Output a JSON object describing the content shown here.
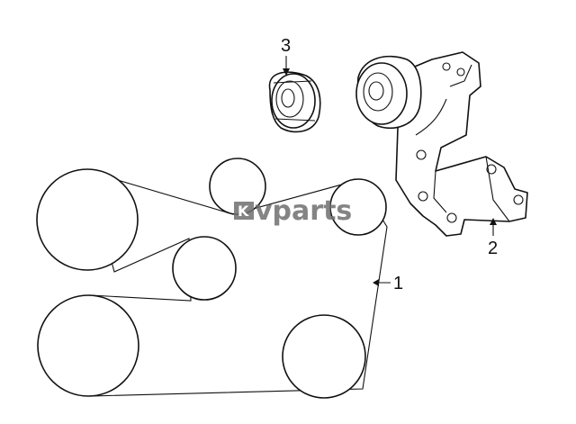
{
  "diagram": {
    "callouts": [
      {
        "id": "1",
        "label": "1"
      },
      {
        "id": "2",
        "label": "2"
      },
      {
        "id": "3",
        "label": "3"
      }
    ],
    "watermark": {
      "text": "vparts",
      "logo_letter": "K"
    },
    "colors": {
      "line": "#111111",
      "background": "#ffffff",
      "watermark": "#6f6f6f"
    }
  }
}
